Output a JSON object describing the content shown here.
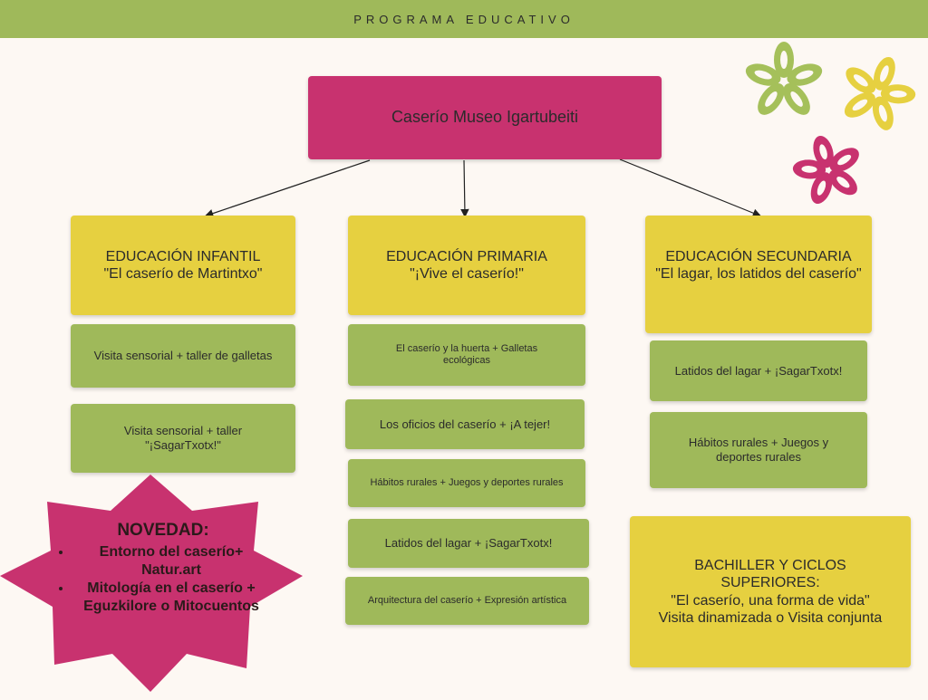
{
  "header": {
    "title": "PROGRAMA EDUCATIVO"
  },
  "root": {
    "label": "Caserío Museo Igartubeiti"
  },
  "levels": {
    "infantil": {
      "name": "EDUCACIÓN INFANTIL",
      "subtitle": "\"El caserío de Martintxo\"",
      "activities": [
        "Visita sensorial + taller de galletas",
        "Visita sensorial + taller \"¡SagarTxotx!\""
      ]
    },
    "primaria": {
      "name": "EDUCACIÓN PRIMARIA",
      "subtitle": "\"¡Vive el caserío!\"",
      "activities": [
        "El caserío y la huerta + Galletas ecológicas",
        "Los oficios del caserío + ¡A tejer!",
        "Hábitos rurales + Juegos y deportes rurales",
        "Latidos del lagar + ¡SagarTxotx!",
        "Arquitectura del caserío +  Expresión artística"
      ]
    },
    "secundaria": {
      "name": "EDUCACIÓN SECUNDARIA",
      "subtitle": "\"El lagar, los latidos del caserío\"",
      "activities": [
        "Latidos del lagar + ¡SagarTxotx!",
        "Hábitos rurales + Juegos y deportes rurales"
      ]
    }
  },
  "bachiller": {
    "line1": "BACHILLER Y CICLOS SUPERIORES:",
    "line2": "\"El caserío, una forma de vida\"",
    "line3": "Visita dinamizada o Visita conjunta"
  },
  "novedad": {
    "title": "NOVEDAD:",
    "items": [
      "Entorno del caserío+ Natur.art",
      "Mitología en el caserío + Eguzkilore o Mitocuentos"
    ]
  },
  "colors": {
    "pink": "#c8326f",
    "yellow": "#e6d040",
    "green": "#9fb95a",
    "background": "#fdf8f3"
  }
}
